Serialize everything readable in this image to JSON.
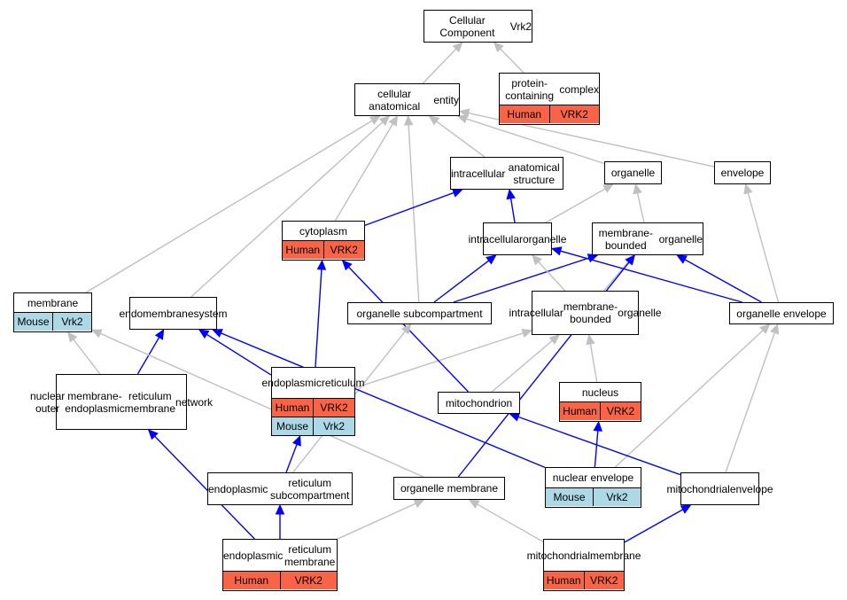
{
  "colors": {
    "human": "#fa6446",
    "mouse": "#add8e6",
    "inferred_edge": "#c0c0c0",
    "direct_edge": "#0000ff"
  },
  "nodes": {
    "root": {
      "lines": [
        "Cellular Component",
        "Vrk2"
      ]
    },
    "cae": {
      "lines": [
        "cellular anatomical",
        "entity"
      ]
    },
    "pcc": {
      "lines": [
        "protein-containing",
        "complex"
      ],
      "tags": [
        {
          "species": "human",
          "a": "Human",
          "b": "VRK2"
        }
      ]
    },
    "ias": {
      "lines": [
        "intracellular",
        "anatomical structure"
      ]
    },
    "organelle": {
      "lines": [
        "organelle"
      ]
    },
    "envelope": {
      "lines": [
        "envelope"
      ]
    },
    "cytoplasm": {
      "lines": [
        "cytoplasm"
      ],
      "tags": [
        {
          "species": "human",
          "a": "Human",
          "b": "VRK2"
        }
      ]
    },
    "intorg": {
      "lines": [
        "intracellular",
        "organelle"
      ]
    },
    "mbo": {
      "lines": [
        "membrane-bounded",
        "organelle"
      ]
    },
    "membrane": {
      "lines": [
        "membrane"
      ],
      "tags": [
        {
          "species": "mouse",
          "a": "Mouse",
          "b": "Vrk2"
        }
      ]
    },
    "endosys": {
      "lines": [
        "endomembrane",
        "system"
      ]
    },
    "osub": {
      "lines": [
        "organelle subcompartment"
      ]
    },
    "imbo": {
      "lines": [
        "intracellular",
        "membrane-bounded",
        "organelle"
      ]
    },
    "oenv": {
      "lines": [
        "organelle envelope"
      ]
    },
    "nomer": {
      "lines": [
        "nuclear outer",
        "membrane-endoplasmic",
        "reticulum membrane",
        "network"
      ]
    },
    "er": {
      "lines": [
        "endoplasmic",
        "reticulum"
      ],
      "tags": [
        {
          "species": "human",
          "a": "Human",
          "b": "VRK2"
        },
        {
          "species": "mouse",
          "a": "Mouse",
          "b": "Vrk2"
        }
      ]
    },
    "mito": {
      "lines": [
        "mitochondrion"
      ]
    },
    "nucleus": {
      "lines": [
        "nucleus"
      ],
      "tags": [
        {
          "species": "human",
          "a": "Human",
          "b": "VRK2"
        }
      ]
    },
    "ersub": {
      "lines": [
        "endoplasmic",
        "reticulum subcompartment"
      ]
    },
    "omem": {
      "lines": [
        "organelle membrane"
      ]
    },
    "nenv": {
      "lines": [
        "nuclear envelope"
      ],
      "tags": [
        {
          "species": "mouse",
          "a": "Mouse",
          "b": "Vrk2"
        }
      ]
    },
    "menv": {
      "lines": [
        "mitochondrial",
        "envelope"
      ]
    },
    "erm": {
      "lines": [
        "endoplasmic",
        "reticulum membrane"
      ],
      "tags": [
        {
          "species": "human",
          "a": "Human",
          "b": "VRK2"
        }
      ]
    },
    "mmem": {
      "lines": [
        "mitochondrial",
        "membrane"
      ],
      "tags": [
        {
          "species": "human",
          "a": "Human",
          "b": "VRK2"
        }
      ]
    }
  },
  "edges": [
    {
      "from": "cae",
      "to": "root",
      "kind": "inferred"
    },
    {
      "from": "pcc",
      "to": "root",
      "kind": "inferred"
    },
    {
      "from": "ias",
      "to": "cae",
      "kind": "inferred"
    },
    {
      "from": "organelle",
      "to": "cae",
      "kind": "inferred"
    },
    {
      "from": "envelope",
      "to": "cae",
      "kind": "inferred"
    },
    {
      "from": "cytoplasm",
      "to": "cae",
      "kind": "inferred"
    },
    {
      "from": "membrane",
      "to": "cae",
      "kind": "inferred"
    },
    {
      "from": "endosys",
      "to": "cae",
      "kind": "inferred"
    },
    {
      "from": "osub",
      "to": "cae",
      "kind": "inferred"
    },
    {
      "from": "cytoplasm",
      "to": "ias",
      "kind": "direct"
    },
    {
      "from": "intorg",
      "to": "ias",
      "kind": "direct"
    },
    {
      "from": "intorg",
      "to": "organelle",
      "kind": "inferred"
    },
    {
      "from": "mbo",
      "to": "organelle",
      "kind": "inferred"
    },
    {
      "from": "oenv",
      "to": "envelope",
      "kind": "inferred"
    },
    {
      "from": "osub",
      "to": "intorg",
      "kind": "direct"
    },
    {
      "from": "osub",
      "to": "mbo",
      "kind": "direct"
    },
    {
      "from": "imbo",
      "to": "intorg",
      "kind": "inferred"
    },
    {
      "from": "imbo",
      "to": "mbo",
      "kind": "inferred"
    },
    {
      "from": "oenv",
      "to": "intorg",
      "kind": "direct"
    },
    {
      "from": "oenv",
      "to": "mbo",
      "kind": "direct"
    },
    {
      "from": "nomer",
      "to": "endosys",
      "kind": "direct"
    },
    {
      "from": "nomer",
      "to": "membrane",
      "kind": "inferred"
    },
    {
      "from": "er",
      "to": "endosys",
      "kind": "direct"
    },
    {
      "from": "er",
      "to": "cytoplasm",
      "kind": "direct"
    },
    {
      "from": "er",
      "to": "imbo",
      "kind": "inferred"
    },
    {
      "from": "mito",
      "to": "cytoplasm",
      "kind": "direct"
    },
    {
      "from": "mito",
      "to": "imbo",
      "kind": "inferred"
    },
    {
      "from": "nucleus",
      "to": "imbo",
      "kind": "inferred"
    },
    {
      "from": "ersub",
      "to": "er",
      "kind": "direct"
    },
    {
      "from": "ersub",
      "to": "osub",
      "kind": "inferred"
    },
    {
      "from": "omem",
      "to": "membrane",
      "kind": "inferred"
    },
    {
      "from": "omem",
      "to": "mbo",
      "kind": "direct"
    },
    {
      "from": "nenv",
      "to": "nucleus",
      "kind": "direct"
    },
    {
      "from": "nenv",
      "to": "endosys",
      "kind": "direct"
    },
    {
      "from": "nenv",
      "to": "oenv",
      "kind": "inferred"
    },
    {
      "from": "menv",
      "to": "mito",
      "kind": "direct"
    },
    {
      "from": "menv",
      "to": "oenv",
      "kind": "inferred"
    },
    {
      "from": "erm",
      "to": "ersub",
      "kind": "direct"
    },
    {
      "from": "erm",
      "to": "nomer",
      "kind": "direct"
    },
    {
      "from": "erm",
      "to": "omem",
      "kind": "inferred"
    },
    {
      "from": "mmem",
      "to": "omem",
      "kind": "inferred"
    },
    {
      "from": "mmem",
      "to": "menv",
      "kind": "direct"
    }
  ]
}
